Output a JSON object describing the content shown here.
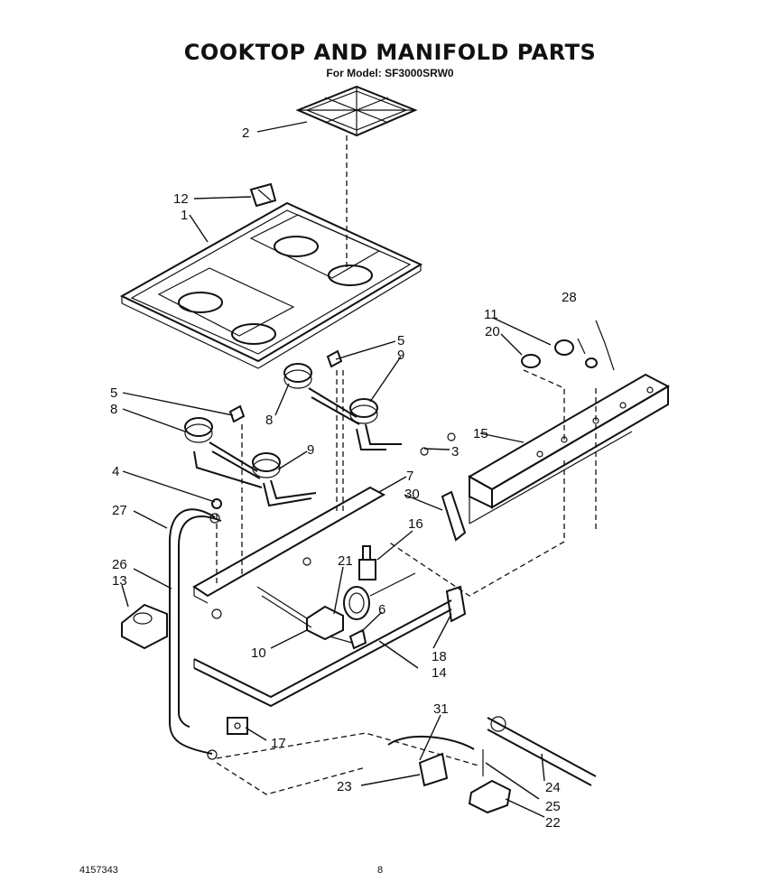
{
  "header": {
    "title": "COOKTOP AND MANIFOLD PARTS",
    "subtitle": "For Model: SF3000SRW0"
  },
  "footer": {
    "doc_number": "4157343",
    "page_number": "8"
  },
  "callouts": {
    "c1": "1",
    "c2": "2",
    "c3": "3",
    "c4": "4",
    "c5a": "5",
    "c5b": "5",
    "c6": "6",
    "c7": "7",
    "c8a": "8",
    "c8b": "8",
    "c9a": "9",
    "c9b": "9",
    "c10": "10",
    "c11": "11",
    "c12": "12",
    "c13": "13",
    "c14": "14",
    "c15": "15",
    "c16": "16",
    "c17": "17",
    "c18": "18",
    "c20": "20",
    "c21": "21",
    "c22": "22",
    "c23": "23",
    "c24": "24",
    "c25": "25",
    "c26": "26",
    "c27": "27",
    "c28": "28",
    "c30": "30",
    "c31": "31"
  }
}
